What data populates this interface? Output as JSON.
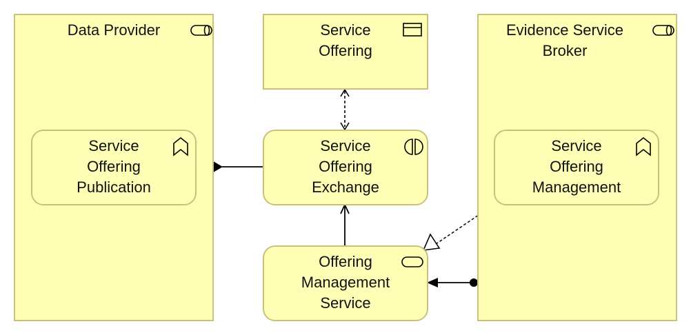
{
  "nodes": {
    "data_provider": {
      "label": "Data Provider",
      "icon": "business-role-icon"
    },
    "service_offering": {
      "label": "Service\nOffering",
      "icon": "business-object-icon"
    },
    "evidence_service_broker": {
      "label": "Evidence Service\nBroker",
      "icon": "business-role-icon"
    },
    "service_offering_publication": {
      "label": "Service\nOffering\nPublication",
      "icon": "business-function-icon"
    },
    "service_offering_exchange": {
      "label": "Service\nOffering\nExchange",
      "icon": "business-interaction-icon"
    },
    "service_offering_management": {
      "label": "Service\nOffering\nManagement",
      "icon": "business-function-icon"
    },
    "offering_management_service": {
      "label": "Offering\nManagement\nService",
      "icon": "business-service-icon"
    }
  },
  "colors": {
    "fill": "#ffffb5",
    "border": "#c9c07a",
    "line": "#000000"
  }
}
